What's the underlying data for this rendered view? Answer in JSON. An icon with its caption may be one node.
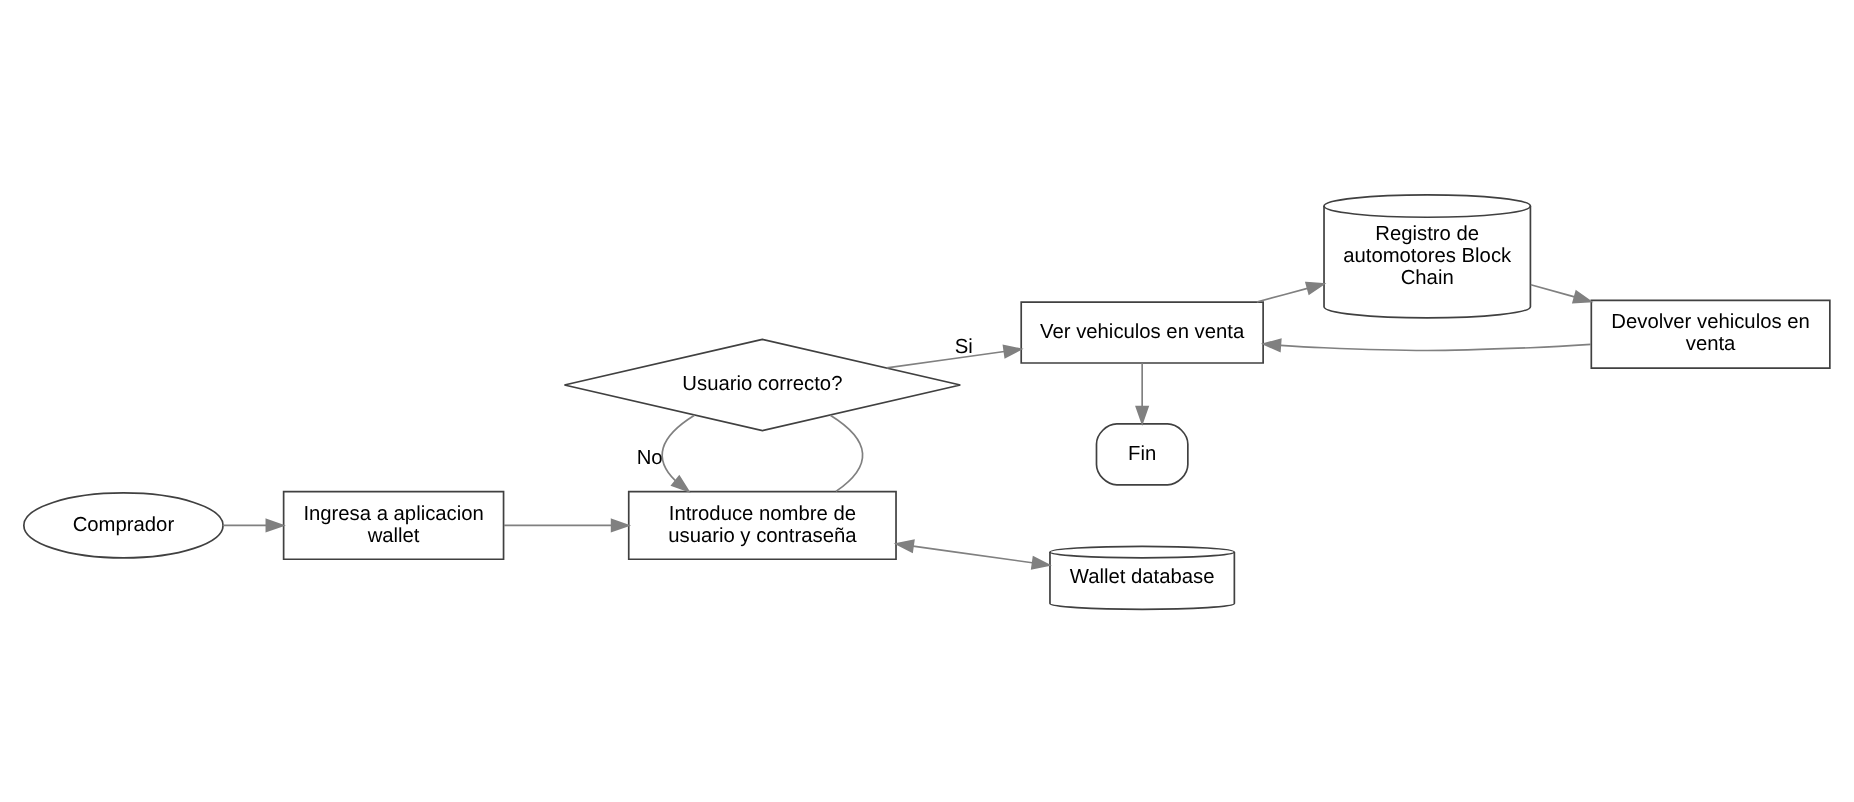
{
  "diagram": {
    "nodes": [
      {
        "text": [
          "Comprador"
        ]
      },
      {
        "text": [
          "Ingresa a aplicacion wallet"
        ]
      },
      {
        "text": [
          "Introduce nombre de usuario y contraseña"
        ]
      },
      {
        "text": [
          "Wallet database"
        ]
      },
      {
        "text": [
          "Usuario correcto?"
        ]
      },
      {
        "text": [
          "Ver vehiculos en venta"
        ]
      },
      {
        "text": [
          "Registro de automotores Block Chain"
        ]
      },
      {
        "text": [
          "Devolver vehiculos en venta"
        ]
      },
      {
        "text": [
          "Fin"
        ]
      }
    ],
    "edges": [
      {
        "from": 0,
        "to": 1,
        "arrow": "to"
      },
      {
        "from": 1,
        "to": 2,
        "arrow": "to"
      },
      {
        "from": 2,
        "to": 3,
        "arrow": "both"
      },
      {
        "from": 2,
        "to": 4,
        "arrow": "none"
      },
      {
        "from": 4,
        "to": 2,
        "arrow": "to",
        "label": "No"
      },
      {
        "from": 4,
        "to": 5,
        "arrow": "to",
        "label": "Si"
      },
      {
        "from": 5,
        "to": 6,
        "arrow": "to"
      },
      {
        "from": 6,
        "to": 7,
        "arrow": "to"
      },
      {
        "from": 7,
        "to": 5,
        "arrow": "to"
      },
      {
        "from": 5,
        "to": 8,
        "arrow": "to"
      }
    ]
  }
}
